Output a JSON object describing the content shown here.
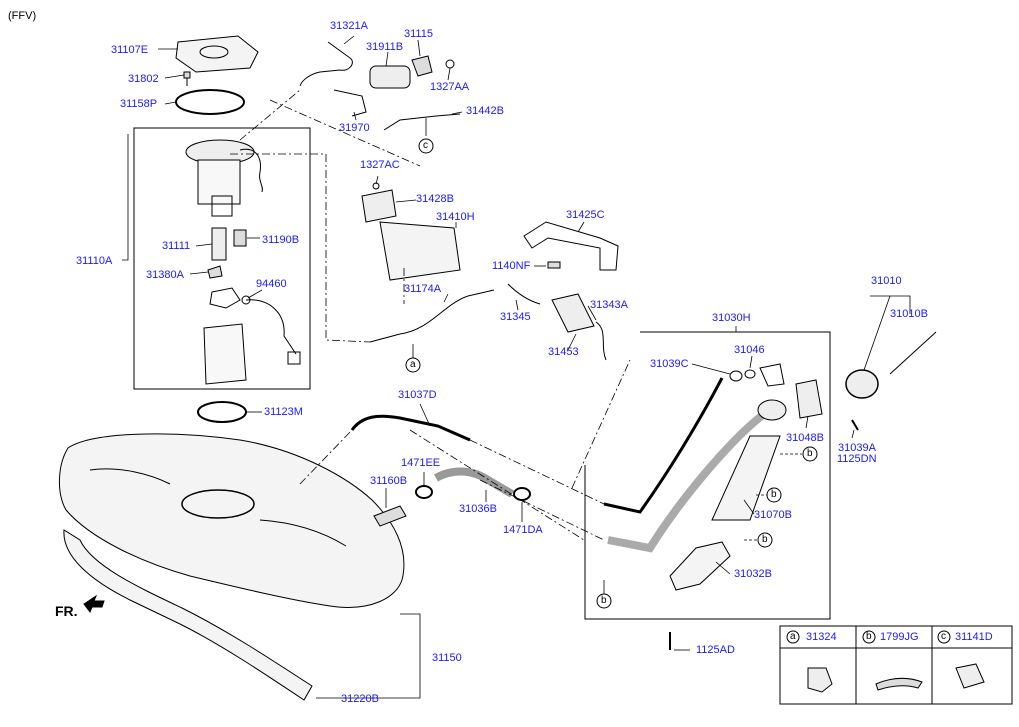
{
  "variant": "(FFV)",
  "front_marker": "FR.",
  "parts": {
    "p31107E": "31107E",
    "p31802": "31802",
    "p31158P": "31158P",
    "p31110A": "31110A",
    "p31111": "31111",
    "p31190B": "31190B",
    "p31380A": "31380A",
    "p94460": "94460",
    "p31123M": "31123M",
    "p31321A": "31321A",
    "p31115": "31115",
    "p31911B": "31911B",
    "p1327AA": "1327AA",
    "p31970": "31970",
    "p31442B": "31442B",
    "p1327AC": "1327AC",
    "p31428B": "31428B",
    "p31410H": "31410H",
    "p31425C": "31425C",
    "p1140NF": "1140NF",
    "p31174A": "31174A",
    "p31345": "31345",
    "p31343A": "31343A",
    "p31453": "31453",
    "p31030H": "31030H",
    "p31039C": "31039C",
    "p31046": "31046",
    "p31010": "31010",
    "p31010B": "31010B",
    "p31048B": "31048B",
    "p31039A": "31039A",
    "p1125DN": "1125DN",
    "p31037D": "31037D",
    "p1471EE": "1471EE",
    "p31160B": "31160B",
    "p31036B": "31036B",
    "p1471DA": "1471DA",
    "p31070B": "31070B",
    "p31032B": "31032B",
    "p1125AD": "1125AD",
    "p31150": "31150",
    "p31220B": "31220B"
  },
  "callouts": {
    "a": "a",
    "b": "b",
    "c": "c"
  },
  "legend": [
    {
      "letter": "a",
      "part": "31324"
    },
    {
      "letter": "b",
      "part": "1799JG"
    },
    {
      "letter": "c",
      "part": "31141D"
    }
  ]
}
